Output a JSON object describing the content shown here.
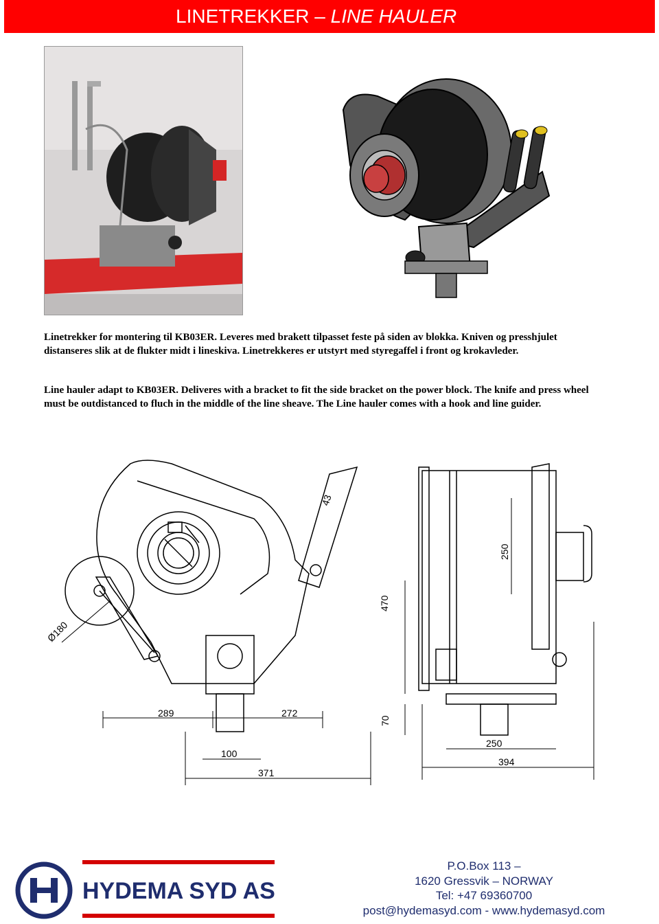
{
  "header": {
    "title_main": "LINETREKKER – ",
    "title_italic": "LINE HAULER",
    "color": "#ff0000"
  },
  "text": {
    "norwegian": "Linetrekker for montering til KB03ER. Leveres med brakett tilpasset feste på siden av blokka.  Kniven og presshjulet distanseres slik at de flukter midt i lineskiva. Linetrekkeres er utstyrt med styregaffel i front og krokavleder.",
    "english": "Line hauler adapt to KB03ER.  Deliveres with a bracket to fit the side bracket on the power block. The knife and press wheel must be outdistanced to fluch in the middle of the line sheave. The Line hauler comes with a hook and line guider."
  },
  "drawing": {
    "dim_43": "43",
    "dim_180": "Ø180",
    "dim_289": "289",
    "dim_272": "272",
    "dim_100": "100",
    "dim_371": "371",
    "dim_250_vert": "250",
    "dim_470": "470",
    "dim_70": "70",
    "dim_250_horiz": "250",
    "dim_394": "394"
  },
  "footer": {
    "company": "HYDEMA SYD AS",
    "pobox": "P.O.Box 113 –",
    "address": "1620  Gressvik – NORWAY",
    "tel": "Tel: +47 69360700",
    "web": "post@hydemasyd.com -  www.hydemasyd.com",
    "brand_color": "#1f2d6e",
    "accent_color": "#d40000"
  }
}
